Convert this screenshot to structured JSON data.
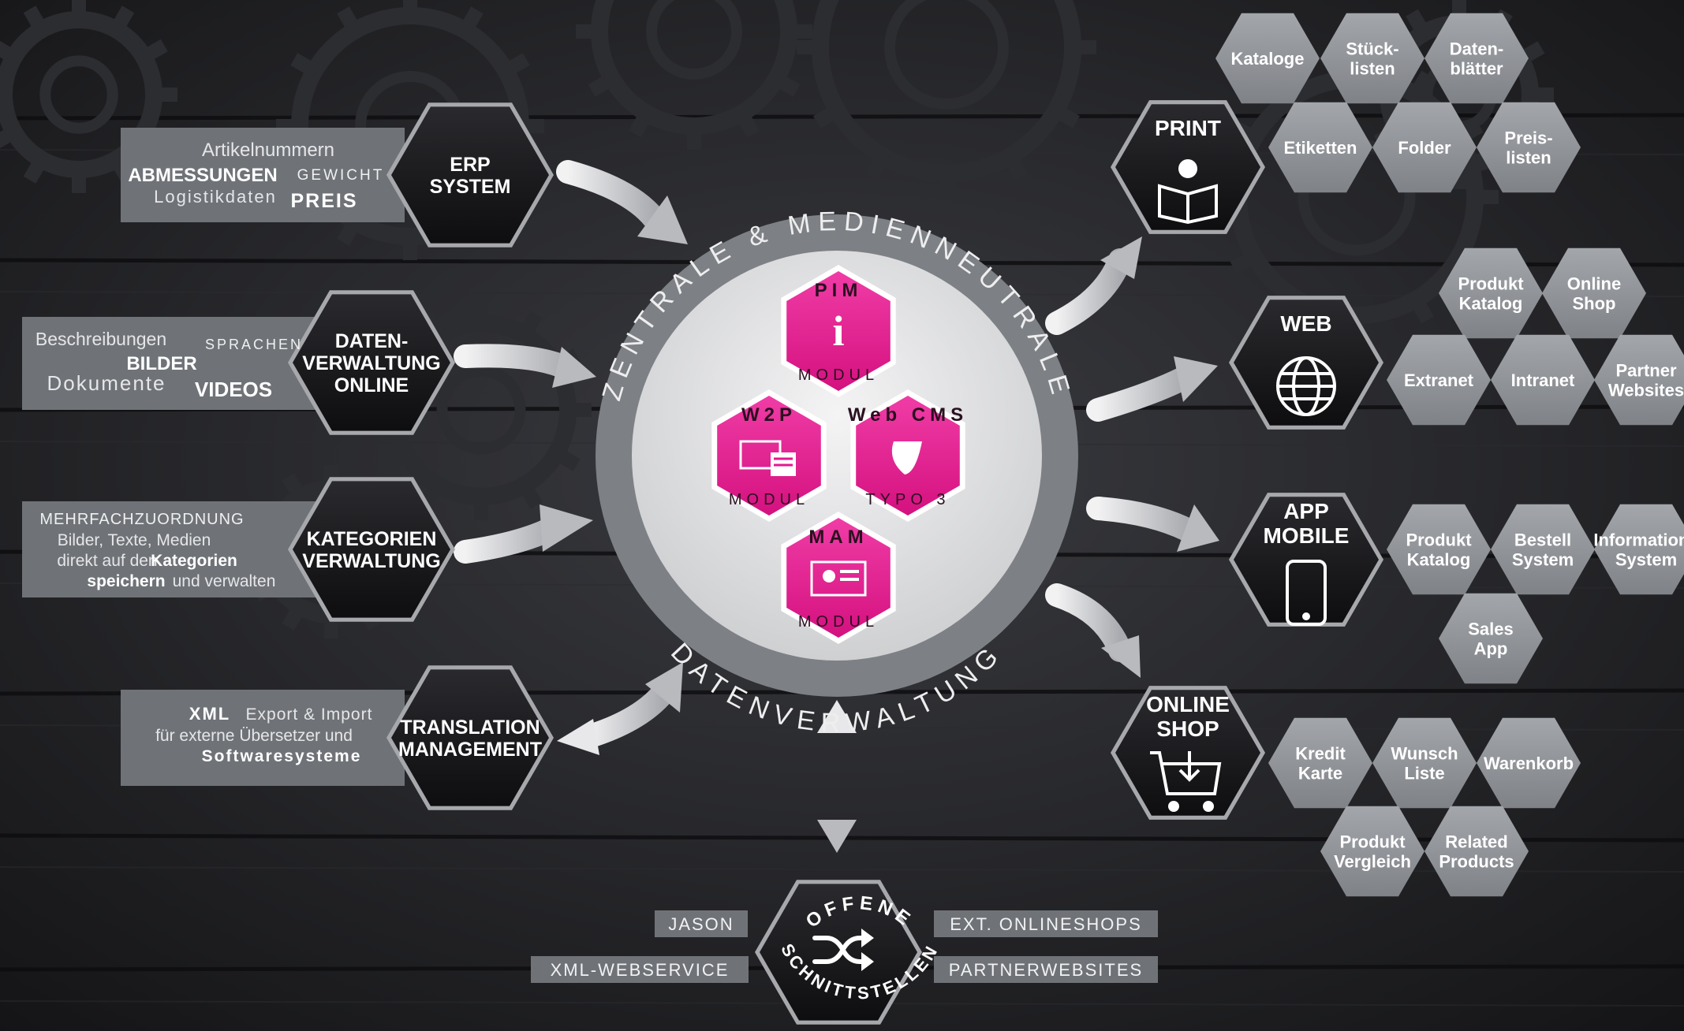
{
  "center": {
    "arc_top": "ZENTRALE & MEDIENNEUTRALE",
    "arc_bottom": "DATENVERWALTUNG",
    "modules": [
      {
        "top": "PIM",
        "bottom": "MODUL",
        "icon": "info-icon"
      },
      {
        "top": "W2P",
        "bottom": "MODUL",
        "icon": "web-to-print-icon"
      },
      {
        "top": "Web CMS",
        "bottom": "TYPO 3",
        "icon": "typo3-icon"
      },
      {
        "top": "MAM",
        "bottom": "MODUL",
        "icon": "media-asset-icon"
      }
    ]
  },
  "sources": [
    {
      "hex": [
        "ERP",
        "SYSTEM"
      ],
      "lines": [
        "Artikelnummern",
        "ABMESSUNGEN",
        "GEWICHT",
        "Logistikdaten",
        "PREIS"
      ]
    },
    {
      "hex": [
        "DATEN-",
        "VERWALTUNG",
        "ONLINE"
      ],
      "lines": [
        "Beschreibungen",
        "SPRACHEN",
        "BILDER",
        "Dokumente",
        "VIDEOS"
      ]
    },
    {
      "hex": [
        "KATEGORIEN",
        "VERWALTUNG"
      ],
      "lines": [
        "MEHRFACHZUORDNUNG",
        "Bilder, Texte, Medien",
        "direkt auf den",
        "Kategorien",
        "speichern",
        "und verwalten"
      ]
    },
    {
      "hex": [
        "TRANSLATION",
        "MANAGEMENT"
      ],
      "lines": [
        "XML",
        "Export & Import",
        "für externe Übersetzer und",
        "Softwaresysteme"
      ]
    }
  ],
  "outputs": [
    {
      "hex": [
        "PRINT"
      ],
      "icon": "reader-icon",
      "items": [
        [
          "Kataloge"
        ],
        [
          "Stück-",
          "listen"
        ],
        [
          "Daten-",
          "blätter"
        ],
        [
          "Etiketten"
        ],
        [
          "Folder"
        ],
        [
          "Preis-",
          "listen"
        ]
      ]
    },
    {
      "hex": [
        "WEB"
      ],
      "icon": "globe-icon",
      "items": [
        [
          "Produkt",
          "Katalog"
        ],
        [
          "Online",
          "Shop"
        ],
        [
          "Extranet"
        ],
        [
          "Intranet"
        ],
        [
          "Partner",
          "Websites"
        ]
      ]
    },
    {
      "hex": [
        "APP",
        "MOBILE"
      ],
      "icon": "smartphone-icon",
      "items": [
        [
          "Produkt",
          "Katalog"
        ],
        [
          "Bestell",
          "System"
        ],
        [
          "Informations",
          "System"
        ],
        [
          "Sales",
          "App"
        ]
      ]
    },
    {
      "hex": [
        "ONLINE",
        "SHOP"
      ],
      "icon": "cart-icon",
      "items": [
        [
          "Kredit",
          "Karte"
        ],
        [
          "Wunsch",
          "Liste"
        ],
        [
          "Warenkorb"
        ],
        [
          "Produkt",
          "Vergleich"
        ],
        [
          "Related",
          "Products"
        ]
      ]
    }
  ],
  "interfaces": {
    "hex_top": "OFFENE",
    "hex_bottom": "SCHNITTSTELLEN",
    "icon": "shuffle-icon",
    "left": [
      "JASON",
      "XML-WEBSERVICE"
    ],
    "right": [
      "EXT. ONLINESHOPS",
      "PARTNERWEBSITES"
    ]
  },
  "colors": {
    "background": "#1c1c1f",
    "hex_dark": "#161618",
    "hex_border": "#9a9ca0",
    "grey_hex": "#8e9196",
    "label_box": "#6f7378",
    "magenta": "#e4168e",
    "center_light": "#e9e9ea",
    "ring": "#7d8085"
  }
}
